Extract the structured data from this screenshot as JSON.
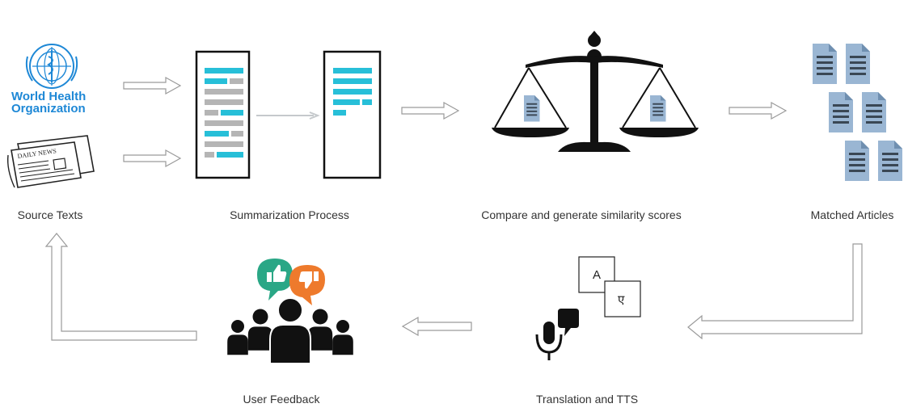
{
  "steps": {
    "source": "Source Texts",
    "summarization": "Summarization Process",
    "compare": "Compare and generate similarity scores",
    "matched": "Matched Articles",
    "translation": "Translation and TTS",
    "feedback": "User Feedback"
  },
  "logos": {
    "who_line1": "World Health",
    "who_line2": "Organization",
    "newspaper": "DAILY NEWS"
  },
  "translation_glyphs": {
    "latin": "A",
    "devanagari": "ए"
  },
  "colors": {
    "highlight": "#27bfd8",
    "gray_line": "#b5b5b5",
    "doc_blue": "#9ab6d3",
    "doc_line": "#3a4754",
    "who_blue": "#1e88d6",
    "thumbs_up": "#2aa786",
    "thumbs_down": "#ee7a2c",
    "arrow_stroke": "#9a9a9a"
  },
  "icons": [
    "who-logo-icon",
    "newspaper-icon",
    "document-icon",
    "scale-icon",
    "file-stack-icon",
    "translate-icon",
    "microphone-icon",
    "speech-bubble-icon",
    "thumbs-up-icon",
    "thumbs-down-icon",
    "users-group-icon",
    "arrow-icon"
  ]
}
